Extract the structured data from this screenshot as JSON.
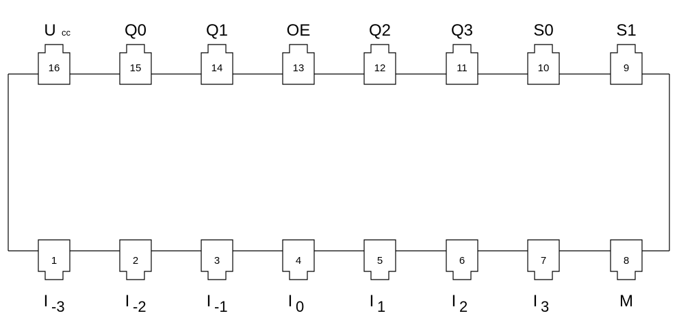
{
  "chip": {
    "top_pins": [
      {
        "number": "16",
        "label": "U",
        "sub": "cc"
      },
      {
        "number": "15",
        "label": "Q0",
        "sub": ""
      },
      {
        "number": "14",
        "label": "Q1",
        "sub": ""
      },
      {
        "number": "13",
        "label": "OE",
        "sub": ""
      },
      {
        "number": "12",
        "label": "Q2",
        "sub": ""
      },
      {
        "number": "11",
        "label": "Q3",
        "sub": ""
      },
      {
        "number": "10",
        "label": "S0",
        "sub": ""
      },
      {
        "number": "9",
        "label": "S1",
        "sub": ""
      }
    ],
    "bottom_pins": [
      {
        "number": "1",
        "label": "I",
        "sub": "-3"
      },
      {
        "number": "2",
        "label": "I",
        "sub": "-2"
      },
      {
        "number": "3",
        "label": "I",
        "sub": "-1"
      },
      {
        "number": "4",
        "label": "I",
        "sub": "0"
      },
      {
        "number": "5",
        "label": "I",
        "sub": "1"
      },
      {
        "number": "6",
        "label": "I",
        "sub": "2"
      },
      {
        "number": "7",
        "label": "I",
        "sub": "3"
      },
      {
        "number": "8",
        "label": "M",
        "sub": ""
      }
    ]
  }
}
